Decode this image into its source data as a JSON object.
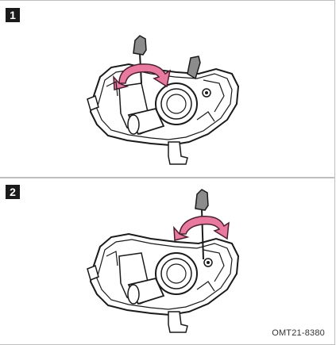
{
  "steps": [
    {
      "number": "1"
    },
    {
      "number": "2"
    }
  ],
  "figure_code": "OMT21-8380",
  "colors": {
    "arrow_fill": "#e87aa0",
    "arrow_stroke": "#4a2030",
    "knob_fill": "#8c8c8c",
    "line": "#1a1a1a",
    "body_fill": "#ffffff"
  }
}
